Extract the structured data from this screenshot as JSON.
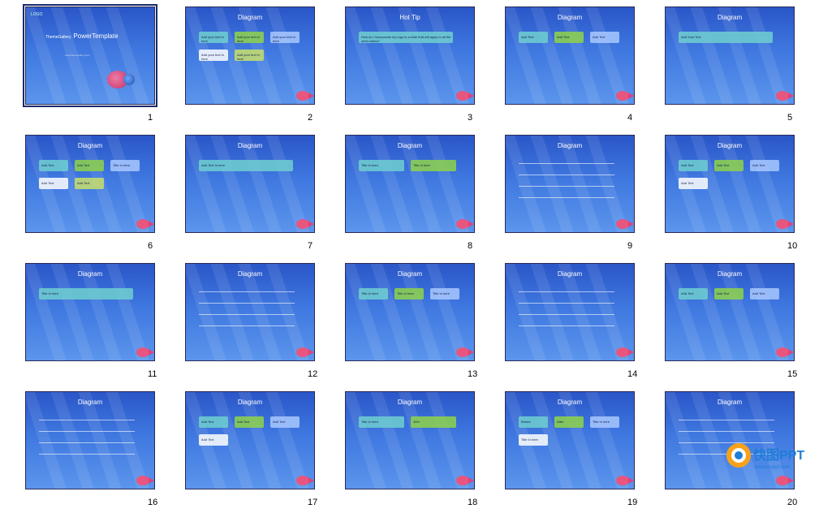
{
  "slides": [
    {
      "number": "1",
      "title": "",
      "main": "PowerTemplate",
      "brand": "ThemeGallery",
      "logo": "LOGO",
      "sub": "www.themegallery.com",
      "selected": true
    },
    {
      "number": "2",
      "title": "Diagram",
      "items": [
        "Add your text in here",
        "Add your text in here",
        "Add your text in here",
        "Add your text in here",
        "Add your text in here"
      ]
    },
    {
      "number": "3",
      "title": "Hot Tip",
      "items": [
        "How do I incorporate my logo to a slide that will apply to all the other slides?"
      ]
    },
    {
      "number": "4",
      "title": "Diagram",
      "items": [
        "Add Text",
        "Add Text",
        "Add Text"
      ]
    },
    {
      "number": "5",
      "title": "Diagram",
      "items": [
        "Add Your Text"
      ]
    },
    {
      "number": "6",
      "title": "Diagram",
      "items": [
        "Add Text",
        "Add Text",
        "Title In here",
        "Add Text",
        "Add Text"
      ]
    },
    {
      "number": "7",
      "title": "Diagram",
      "items": [
        "Add Text In here"
      ]
    },
    {
      "number": "8",
      "title": "Diagram",
      "items": [
        "Title In here",
        "Title In here"
      ]
    },
    {
      "number": "9",
      "title": "Diagram",
      "items": []
    },
    {
      "number": "10",
      "title": "Diagram",
      "items": [
        "Add Text",
        "Add Text",
        "Add Text",
        "Add Text"
      ]
    },
    {
      "number": "11",
      "title": "Diagram",
      "items": [
        "Title In here"
      ]
    },
    {
      "number": "12",
      "title": "Diagram",
      "items": []
    },
    {
      "number": "13",
      "title": "Diagram",
      "items": [
        "Title In here",
        "Title In here",
        "Title In here"
      ]
    },
    {
      "number": "14",
      "title": "Diagram",
      "items": []
    },
    {
      "number": "15",
      "title": "Diagram",
      "items": [
        "Add Text",
        "Add Text",
        "Add Text"
      ]
    },
    {
      "number": "16",
      "title": "Diagram",
      "items": []
    },
    {
      "number": "17",
      "title": "Diagram",
      "items": [
        "Add Text",
        "Add Text",
        "Add Text",
        "Add Text"
      ]
    },
    {
      "number": "18",
      "title": "Diagram",
      "items": [
        "Title In here",
        "45%"
      ]
    },
    {
      "number": "19",
      "title": "Diagram",
      "items": [
        "Before",
        "After",
        "Title In here",
        "Title In here"
      ]
    },
    {
      "number": "20",
      "title": "Diagram",
      "items": []
    }
  ],
  "watermark": {
    "text": "快图PPT",
    "sub": "www.kuaipt.com"
  }
}
